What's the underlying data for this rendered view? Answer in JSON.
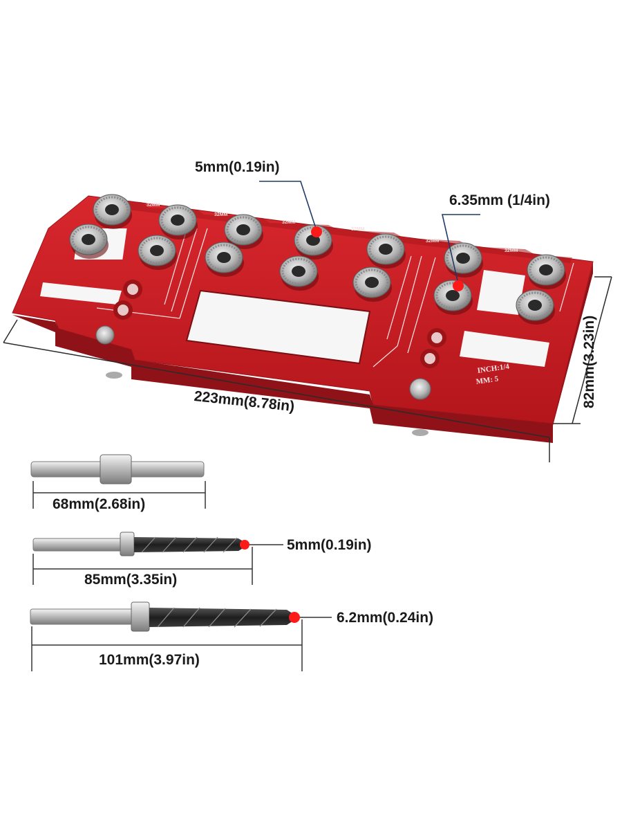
{
  "plate": {
    "color": "#c41c22",
    "shade_color": "#8e1217",
    "marking_inch": "INCH:1/4",
    "marking_mm": "MM: 5",
    "spacing_label": "32MM"
  },
  "callouts": {
    "top_hole": "5mm(0.19in)",
    "right_hole": "6.35mm (1/4in)",
    "length": "223mm(8.78in)",
    "width": "82mm(3.23in)"
  },
  "parts": [
    {
      "name": "dowel-pin",
      "length_label": "68mm(2.68in)"
    },
    {
      "name": "drill-bit-5mm",
      "length_label": "85mm(3.35in)",
      "tip_label": "5mm(0.19in)"
    },
    {
      "name": "drill-bit-6mm",
      "length_label": "101mm(3.97in)",
      "tip_label": "6.2mm(0.24in)"
    }
  ],
  "accent_dot_color": "#ff1a1a"
}
